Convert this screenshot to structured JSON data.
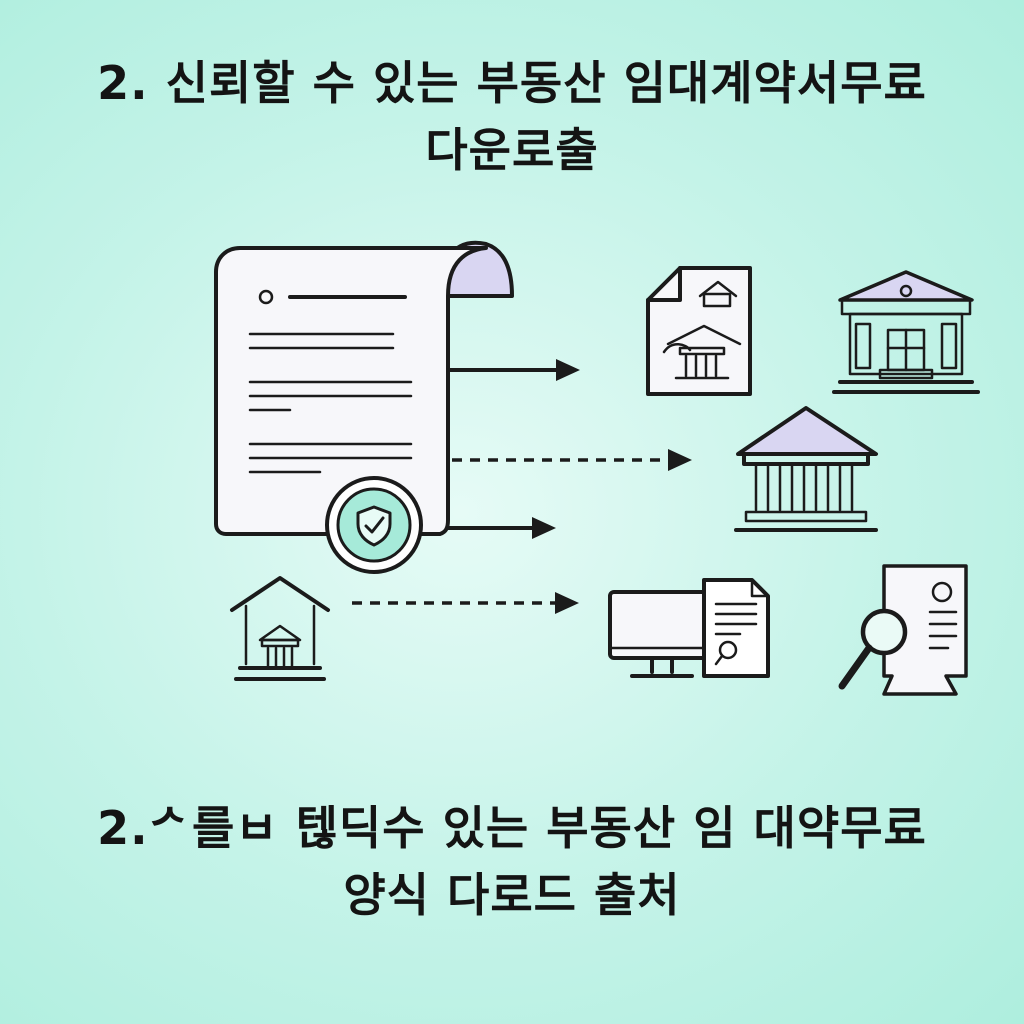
{
  "heading_top": {
    "line1": "2. 신뢰할 수 있는 부동산 임대계약서무료",
    "line2": "다운로᠌᠌출"
  },
  "heading_bottom": {
    "line1": "2.ᄼ를ㅂ 텒딕수 있는 부동산  임 대약무료",
    "line2": "양식 다로드 출처"
  },
  "icons": [
    "contract-document-icon",
    "shield-check-icon",
    "house-bank-icon",
    "property-document-icon",
    "bank-building-icon",
    "courthouse-icon",
    "computer-document-icon",
    "magnifier-document-icon"
  ],
  "colors": {
    "background": "#c4f3e8",
    "accent": "#a6ead9",
    "document_fold": "#d9d6f2",
    "ink": "#1b1b1b"
  }
}
